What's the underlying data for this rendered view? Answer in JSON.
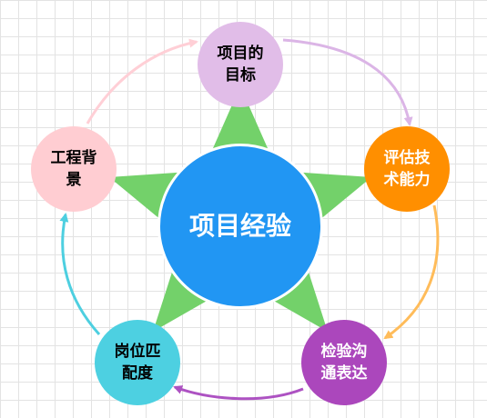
{
  "colors": {
    "star": "#73d16a",
    "center": "#2196f3",
    "goal": "#e1bde8",
    "skill": "#ff8f00",
    "comm": "#ab47bc",
    "fit": "#4dd0e1",
    "background": "#ffcdd2",
    "arrow_goal_skill": "#dbb5e6",
    "arrow_skill_comm": "#ffbc5a",
    "arrow_comm_fit": "#ad52c2",
    "arrow_fit_bg": "#4dcfe0",
    "arrow_bg_goal": "#ffcfd6"
  },
  "center": {
    "label": "项目经验"
  },
  "nodes": {
    "goal": {
      "line1": "项目的",
      "line2": "目标"
    },
    "skill": {
      "line1": "评估技",
      "line2": "术能力"
    },
    "comm": {
      "line1": "检验沟",
      "line2": "通表达"
    },
    "fit": {
      "line1": "岗位匹",
      "line2": "配度"
    },
    "background": {
      "line1": "工程背",
      "line2": "景"
    }
  }
}
